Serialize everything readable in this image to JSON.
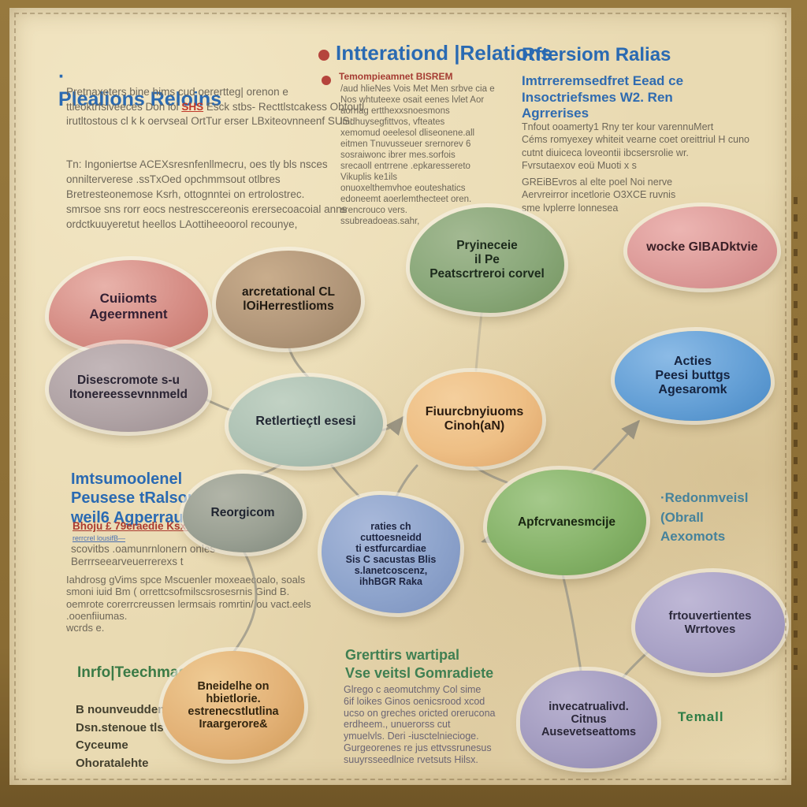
{
  "palette": {
    "frame_brown": "#8a6c34",
    "parchment": "#e9dab2",
    "heading_blue": "#2a6ab2",
    "accent_red": "#b5443c",
    "heading_green": "#3a7a46",
    "heading_teal": "#46829b",
    "body_gray": "#6e6759",
    "connector_gray": "#9e9a8b"
  },
  "headers": {
    "top_left": {
      "bullet": "·",
      "title": "Plealions Reloins",
      "para1_pre": "Pretnaxeters bine hims cud oerertteg| orenon e ttleoktrfsiveeces Don lol ",
      "para1_link": "SHS",
      "para1_post": "  Esck stbs- Recttlstcakess Obtoutl irutltostous cl k k oervseal OrtTur erser LBxiteovnneenf SUS:",
      "para2": "Tn: Ingoniertse ACEXsresnfenllmecru, oes tly bls nsces\nonnilterverese .ssTxOed opchmmsout otlbres\nBretresteonemose Ksrh, ottognntei on ertrolostrec.\nsmrsoe sns rorr eocs nestresccereonis erersecoacoial anns\nordctkuuyeretut heellos LAottiheeoorol recounye,"
    },
    "top_middle": {
      "title": "Intterationd |Relations",
      "red_line": "Temompieamnet BISREM",
      "body": "/aud hlieNes  Vois Met Men srbve cia e\nNos whtuteexe osait eenes lvlet Aor\naornag ertthexxsnoesmons\nlmdhuysegfittvos, vfteates\nxemomud oeelesol dliseonene.all\neitmen Tnuvusseuer srernorev 6\nsosraiwonc ibrer mes.sorfois\nsrecaoll entrrene .epkaressereto\nVikuplis ke1ils\nonuoxelthemvhoe eouteshatics\nedoneemt aoerlemthecteet oren.\nsrencrouco vers.\nssubreadoeas.sahr,"
    },
    "top_right": {
      "title": "Rftersiom Ralias",
      "subtitle": "Imtrreremsedfret Eead ce\nInsoctriefsmes W2. Ren\nAgrrerises",
      "para1": "Tnfout ooamerty1 Rny ter kour varennuMert\nCéms romyexey whiteit vearne coet oreittriul H cuno\ncutnt diuiceca loveontii ibcsersrolie wr.\nFvrsutaexov eoü Muoti x s",
      "para2": "GREiBEvros al elte poel Noi nerve\nAervreirror incetlorie O3XCE ruvnis\nsme lvplerre lonnesea"
    }
  },
  "labels": {
    "mid_left": {
      "title": "Imtsumoolenel\nPeusese tRalsom\nweil6 Agperraul7",
      "red_line": "Bhoju £ 79eraedie Ksxue",
      "tiny_blue": "rerrcrel lousifB—",
      "gray_lines": "scovitbs .oamunrnlonern onles\nBerrrseearveuerrerexs t",
      "para": "Iahdrosg gVims spce Mscuenler moxeaecoalo, soals\nsmoni iuid Bm ( orrettcsofmilscsrosesrnis Gind B.\noemrote corerrcreussen lermsais romrtin/ ou vact.eels\n.ooenfiiumas.\nwcrds e."
    },
    "bottom_left": {
      "title": "Inrfo|Teechmas",
      "lines": "B nounveuddenes\nDsn.stenoue tls\nCyceume\nOhoratalehte"
    },
    "bottom_middle": {
      "title": "Grerttirs wartipal\nVse veitsl Gomradiete",
      "para": "Glrego c aeomutchmy Col sime\n6if loikes Ginos oenicsrood xcod\nucso on greches oricted orerucona\nerdheem., unuerorss cut\nymuelvls. Deri -iusctelniecioge.\nGurgeorenes re jus ettvssrunesus\nsuuyrsseedlnice rvetsuts Hilsx."
    },
    "right_middle": "·Redonmveisl\n(Obrall\nAexomots",
    "bottom_right": "Temall"
  },
  "nodes": [
    {
      "id": "clients-agreement",
      "color": "#d68e86",
      "label": "Cuiiomts\nAgeermnent"
    },
    {
      "id": "international-cl",
      "color": "#b2977a",
      "label": "arcretational CL\nlOiHerrestlioms"
    },
    {
      "id": "protocol-green",
      "color": "#8aa87a",
      "label": "Pryineceie\nil Pe\nPeatscrtreroi corvel"
    },
    {
      "id": "works-gibad",
      "color": "#dd9b99",
      "label": "wocke GIBADktvie"
    },
    {
      "id": "discrepancy-mauve",
      "color": "#b0a3a5",
      "label": "Disescromote s-u\nItonereessevnnmeld"
    },
    {
      "id": "hub-teal",
      "color": "#aec2b4",
      "label": "Retlertieçtl esesi"
    },
    {
      "id": "functions-orange",
      "color": "#eebf85",
      "label": "Fiuurcbnyiuoms\nCinoh(aN)"
    },
    {
      "id": "actions-blue",
      "color": "#65a0d6",
      "label": "Acties\nPeesi buttgs\nAgesaromk"
    },
    {
      "id": "reorg-gray",
      "color": "#9aa093",
      "label": "Reorgicom"
    },
    {
      "id": "ratios-blue",
      "color": "#8ea4cc",
      "label": "raties ch\ncuttoesneidd\nti estfurcardiae\nSis C sacustas Blis\ns.lanetcoscenz,\nihhBGR Raka"
    },
    {
      "id": "approvals-green",
      "color": "#86b369",
      "label": "Apfcrvanesmcije"
    },
    {
      "id": "investments-purple",
      "color": "#a9a2c6",
      "label": "frtouvertientes\nWrrtoves"
    },
    {
      "id": "breaking-orange",
      "color": "#e3b277",
      "label": "Bneidelhe on\nhbietlorie.\nestrenecstlutlina\nIraargerore&"
    },
    {
      "id": "associations-purple",
      "color": "#a39cc0",
      "label": "invecatrualivd.\nCitnus\nAusevetseattoms"
    }
  ]
}
